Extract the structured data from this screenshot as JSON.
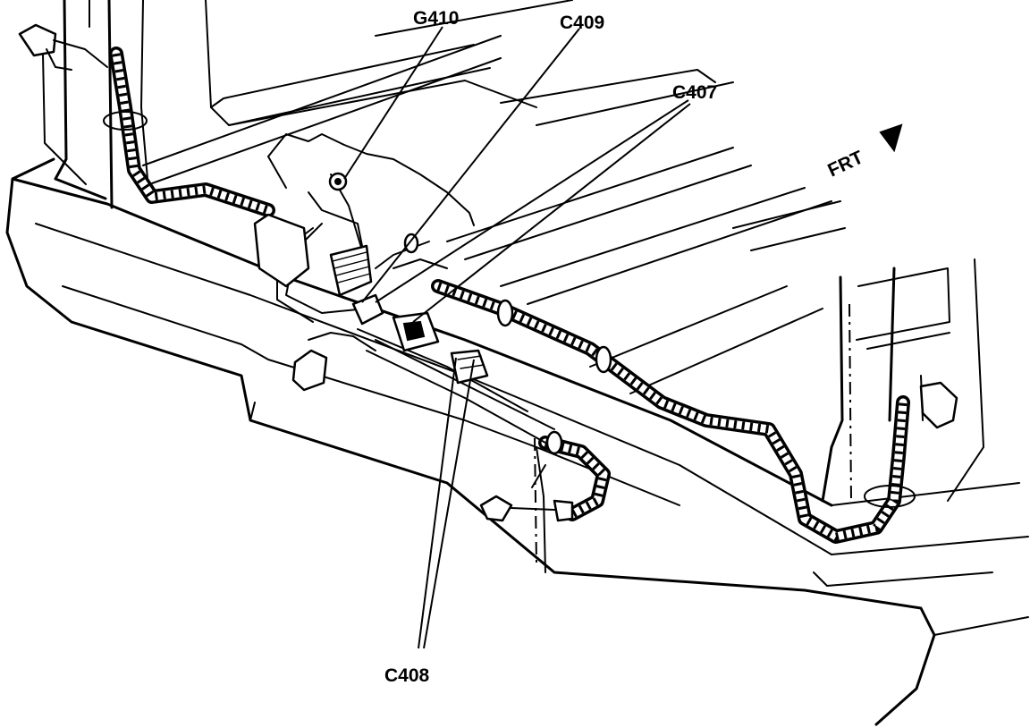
{
  "callouts": {
    "g410": "G410",
    "c409": "C409",
    "c407": "C407",
    "c408": "C408"
  },
  "direction": {
    "frt": "FRT"
  }
}
